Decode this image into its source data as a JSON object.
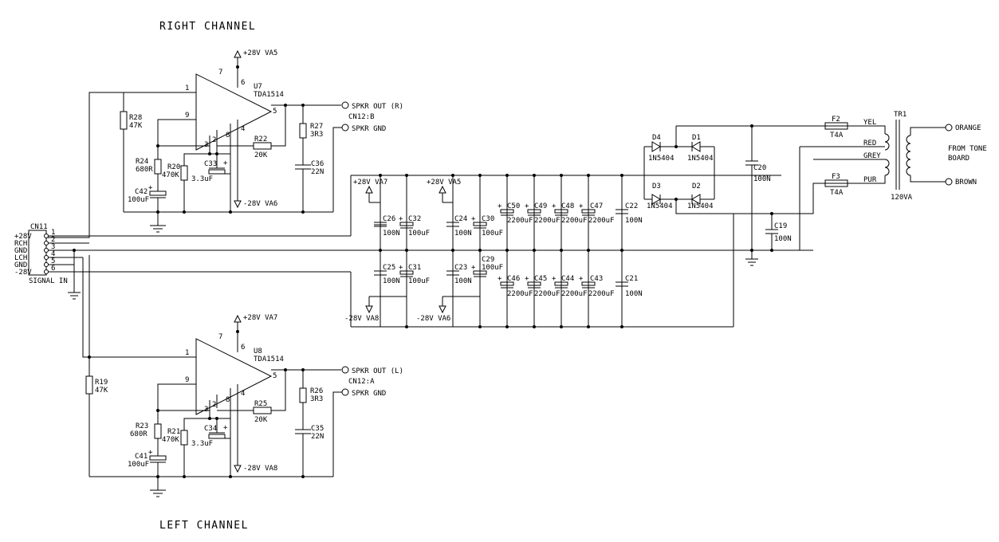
{
  "titles": {
    "right": "RIGHT CHANNEL",
    "left": "LEFT CHANNEL"
  },
  "right": {
    "ic_ref": "U7",
    "ic_part": "TDA1514",
    "pins": {
      "p1": "1",
      "p9": "9",
      "p7": "7",
      "p6": "6",
      "p5": "5",
      "p3": "3",
      "p2": "2",
      "p8": "8",
      "p4": "4"
    },
    "r_in": {
      "ref": "R28",
      "val": "47K"
    },
    "r_bias": {
      "ref": "R24",
      "val": "680R"
    },
    "r_mid": {
      "ref": "R20",
      "val": "470K"
    },
    "r_fb": {
      "ref": "R22",
      "val": "20K"
    },
    "r_out": {
      "ref": "R27",
      "val": "3R3"
    },
    "c_boot": {
      "ref": "C33",
      "val": "3.3uF"
    },
    "c_dec": {
      "ref": "C42",
      "val": "100uF"
    },
    "c_out": {
      "ref": "C36",
      "val": "22N"
    },
    "vpos": "+28V VA5",
    "vneg": "-28V VA6",
    "spkr_out": "SPKR OUT (R)",
    "conn": "CN12:B",
    "spkr_gnd": "SPKR GND"
  },
  "left": {
    "ic_ref": "U8",
    "ic_part": "TDA1514",
    "pins": {
      "p1": "1",
      "p9": "9",
      "p7": "7",
      "p6": "6",
      "p5": "5",
      "p3": "3",
      "p2": "2",
      "p8": "8",
      "p4": "4"
    },
    "r_in": {
      "ref": "R19",
      "val": "47K"
    },
    "r_bias": {
      "ref": "R23",
      "val": "680R"
    },
    "r_mid": {
      "ref": "R21",
      "val": "470K"
    },
    "r_fb": {
      "ref": "R25",
      "val": "20K"
    },
    "r_out": {
      "ref": "R26",
      "val": "3R3"
    },
    "c_boot": {
      "ref": "C34",
      "val": "3.3uF"
    },
    "c_dec": {
      "ref": "C41",
      "val": "100uF"
    },
    "c_out": {
      "ref": "C35",
      "val": "22N"
    },
    "vpos": "+28V VA7",
    "vneg": "-28V VA8",
    "spkr_out": "SPKR OUT (L)",
    "conn": "CN12:A",
    "spkr_gnd": "SPKR GND"
  },
  "connector": {
    "ref": "CN11",
    "caption": "SIGNAL IN",
    "pins": [
      {
        "num": "1",
        "label": "+28V"
      },
      {
        "num": "2",
        "label": "RCH"
      },
      {
        "num": "3",
        "label": "GND"
      },
      {
        "num": "4",
        "label": "LCH"
      },
      {
        "num": "5",
        "label": "GND"
      },
      {
        "num": "6",
        "label": "-28V"
      }
    ]
  },
  "rails": {
    "va7_pos": "+28V VA7",
    "va5_pos": "+28V VA5",
    "va8_neg": "-28V VA8",
    "va6_neg": "-28V VA6"
  },
  "caps_top": [
    {
      "ref": "C26",
      "val": "100N"
    },
    {
      "ref": "C32",
      "val": "100uF"
    },
    {
      "ref": "C24",
      "val": "100N"
    },
    {
      "ref": "C30",
      "val": "100uF"
    },
    {
      "ref": "C50",
      "val": "2200uF"
    },
    {
      "ref": "C49",
      "val": "2200uF"
    },
    {
      "ref": "C48",
      "val": "2200uF"
    },
    {
      "ref": "C47",
      "val": "2200uF"
    },
    {
      "ref": "C22",
      "val": "100N"
    }
  ],
  "caps_bot": [
    {
      "ref": "C25",
      "val": "100N"
    },
    {
      "ref": "C31",
      "val": "100uF"
    },
    {
      "ref": "C23",
      "val": "100N"
    },
    {
      "ref": "C29",
      "val": "100uF"
    },
    {
      "ref": "C46",
      "val": "2200uF"
    },
    {
      "ref": "C45",
      "val": "2200uF"
    },
    {
      "ref": "C44",
      "val": "2200uF"
    },
    {
      "ref": "C43",
      "val": "2200uF"
    },
    {
      "ref": "C21",
      "val": "100N"
    }
  ],
  "bridge": {
    "diodes": [
      {
        "ref": "D4",
        "part": "1N5404"
      },
      {
        "ref": "D1",
        "part": "1N5404"
      },
      {
        "ref": "D3",
        "part": "1N5404"
      },
      {
        "ref": "D2",
        "part": "1N5404"
      }
    ],
    "c20": {
      "ref": "C20",
      "val": "100N"
    },
    "c19": {
      "ref": "C19",
      "val": "100N"
    }
  },
  "fuses": [
    {
      "ref": "F2",
      "val": "T4A"
    },
    {
      "ref": "F3",
      "val": "T4A"
    }
  ],
  "transformer": {
    "ref": "TR1",
    "rating": "120VA",
    "wires": [
      "YEL",
      "RED",
      "GREY",
      "PUR"
    ],
    "primary": [
      "ORANGE",
      "BROWN"
    ],
    "note": [
      "FROM TONE",
      "BOARD"
    ]
  }
}
